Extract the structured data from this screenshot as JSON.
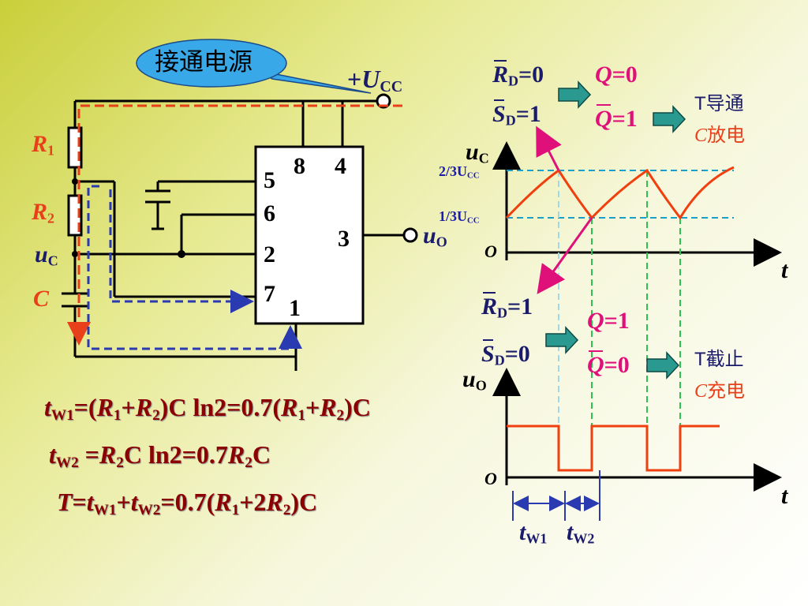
{
  "callout": {
    "text": "接通电源"
  },
  "supply": {
    "plus": "+",
    "U": "U",
    "sub": "CC"
  },
  "resistors": {
    "r1": "R",
    "r1_sub": "1",
    "r2": "R",
    "r2_sub": "2"
  },
  "cap": {
    "label": "C"
  },
  "uc_label": {
    "u": "u",
    "sub": "C"
  },
  "uo_label": {
    "u": "u",
    "sub": "O"
  },
  "chip_pins": {
    "p8": "8",
    "p4": "4",
    "p5": "5",
    "p6": "6",
    "p3": "3",
    "p2": "2",
    "p7": "7",
    "p1": "1"
  },
  "discharge_state": {
    "rd": "R",
    "rd_sub": "D",
    "rd_val": "=0",
    "sd": "S",
    "sd_sub": "D",
    "sd_val": "=1",
    "q": "Q",
    "q_val": "=0",
    "qb": "Q",
    "qb_val": "=1",
    "t_on": "T导通",
    "c_act_c": "C",
    "c_act": "放电"
  },
  "charge_state": {
    "rd": "R",
    "rd_sub": "D",
    "rd_val": "=1",
    "sd": "S",
    "sd_sub": "D",
    "sd_val": "=0",
    "q": "Q",
    "q_val": "=1",
    "qb": "Q",
    "qb_val": "=0",
    "t_off": "T截止",
    "c_act_c": "C",
    "c_act": "充电"
  },
  "upper_axis": {
    "y_u": "u",
    "y_sub": "C",
    "x": "t",
    "origin": "O",
    "l_hi": "2/3U",
    "l_hi_sub": "CC",
    "l_lo": "1/3U",
    "l_lo_sub": "CC"
  },
  "lower_axis": {
    "y_u": "u",
    "y_sub": "O",
    "x": "t",
    "origin": "O"
  },
  "tw": {
    "t1": "t",
    "t1_sub": "W1",
    "t2": "t",
    "t2_sub": "W2"
  },
  "formulas": {
    "f1": {
      "t": "t",
      "sub": "W1",
      "eq": "=(",
      "r1": "R",
      "r1s": "1",
      "plus": "+",
      "r2": "R",
      "r2s": "2",
      "mid": ")C ln2=0.7(",
      "r1b": "R",
      "r1bs": "1",
      "plus2": "+",
      "r2b": "R",
      "r2bs": "2",
      "end": ")C"
    },
    "f2": {
      "t": "t",
      "sub": "W2",
      "eq": " =",
      "r2": "R",
      "r2s": "2",
      "mid": "C ln2=0.7",
      "r2b": "R",
      "r2bs": "2",
      "end": "C"
    },
    "f3": {
      "T": "T",
      "eq": "=",
      "t1": "t",
      "t1s": "W1",
      "plus": "+",
      "t2": "t",
      "t2s": "W2",
      "mid": "=0.7(",
      "r1": "R",
      "r1s": "1",
      "plus2": "+2",
      "r2": "R",
      "r2s": "2",
      "end": ")C"
    }
  },
  "colors": {
    "wire": "#000000",
    "dash_red": "#e8401a",
    "dash_blue": "#2a3ab0",
    "wave": "#f04010",
    "grid_cyan": "#1aa0c8",
    "grid_green": "#2ec050",
    "callout": "#38a8e8"
  }
}
